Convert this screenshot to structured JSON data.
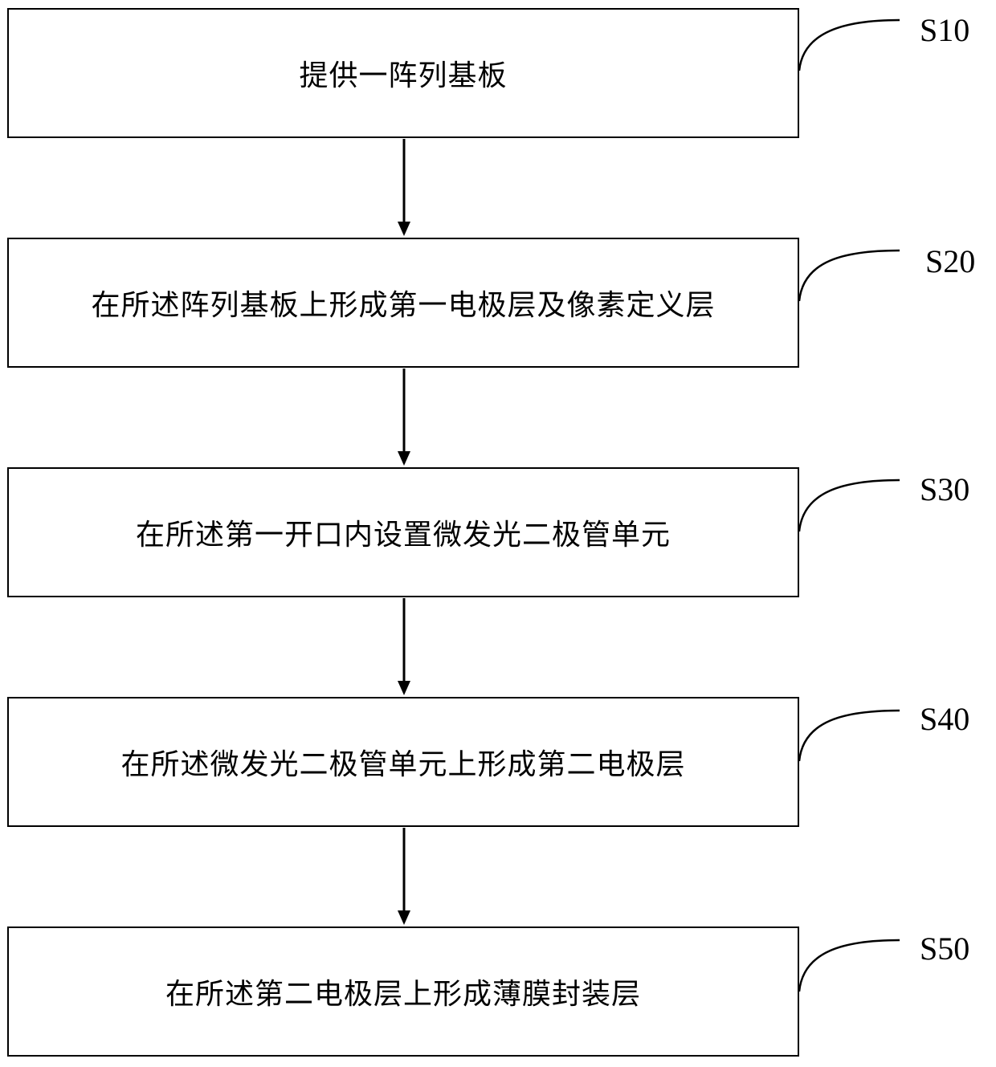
{
  "flowchart": {
    "steps": [
      {
        "label": "S10",
        "text": "提供一阵列基板"
      },
      {
        "label": "S20",
        "text": "在所述阵列基板上形成第一电极层及像素定义层"
      },
      {
        "label": "S30",
        "text": "在所述第一开口内设置微发光二极管单元"
      },
      {
        "label": "S40",
        "text": "在所述微发光二极管单元上形成第二电极层"
      },
      {
        "label": "S50",
        "text": "在所述第二电极层上形成薄膜封装层"
      }
    ]
  },
  "colors": {
    "stroke": "#000000",
    "background": "#ffffff"
  }
}
